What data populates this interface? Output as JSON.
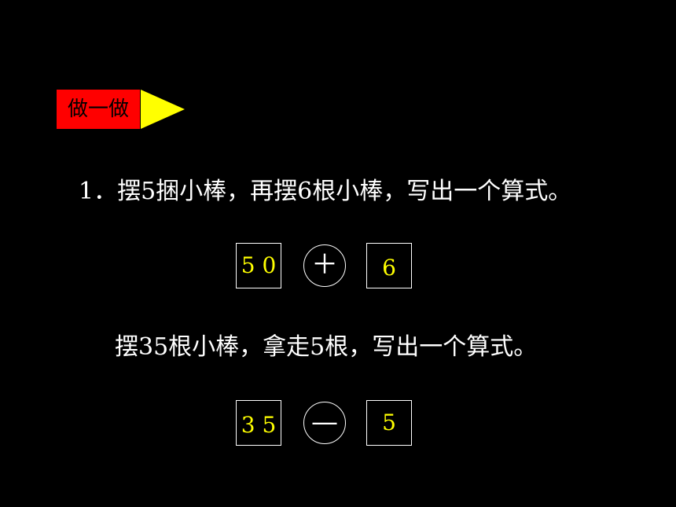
{
  "badge": {
    "label": "做一做",
    "colors": {
      "background": "#ff0000",
      "arrow": "#ffff00"
    }
  },
  "exercise1": {
    "prompt": "1．摆5捆小棒，再摆6根小棒，写出一个算式。",
    "equation": {
      "left": "5 0",
      "operator": "＋",
      "right": "6"
    }
  },
  "exercise2": {
    "prompt": "摆35根小棒，拿走5根，写出一个算式。",
    "equation": {
      "left": "3 5",
      "operator": "—",
      "right": "5"
    }
  },
  "colors": {
    "background": "#000000",
    "text": "#ffffff",
    "answer": "#ffff00"
  }
}
